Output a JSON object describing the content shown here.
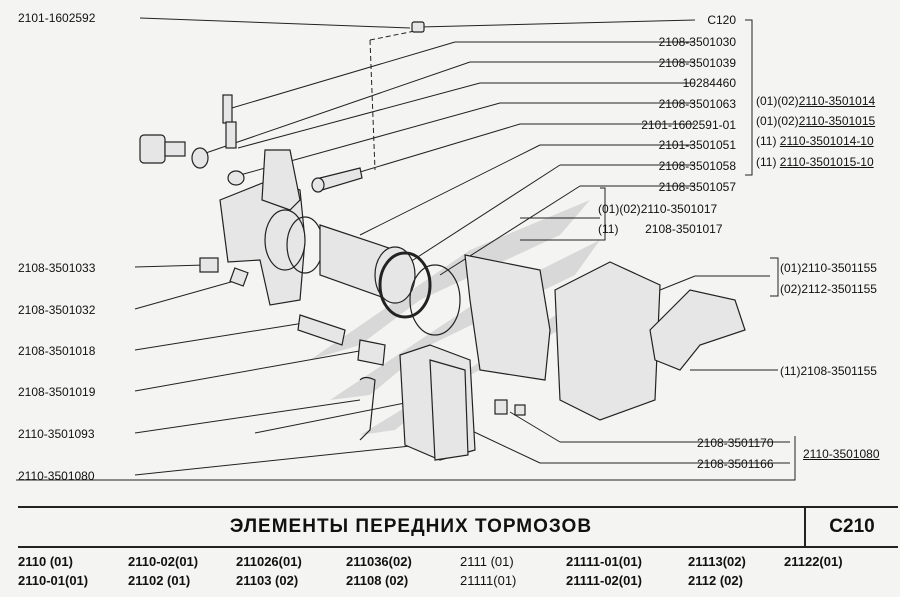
{
  "left_labels": [
    "2101-1602592",
    "2108-3501033",
    "2108-3501032",
    "2108-3501018",
    "2108-3501019",
    "2110-3501093",
    "2110-3501080"
  ],
  "center_labels": [
    "C120",
    "2108-3501030",
    "2108-3501039",
    "10284460",
    "2108-3501063",
    "2101-1602591-01",
    "2101-3501051",
    "2108-3501058",
    "2108-3501057"
  ],
  "mid_group": [
    {
      "prefix": "(01)(02)",
      "code": "2110-3501017"
    },
    {
      "prefix": "(11)",
      "code": "2108-3501017"
    }
  ],
  "right_group_top": [
    {
      "prefix": "(01)(02)",
      "code": "2110-3501014"
    },
    {
      "prefix": "(01)(02)",
      "code": "2110-3501015"
    },
    {
      "prefix": "(11) ",
      "code": "2110-3501014-10"
    },
    {
      "prefix": "(11) ",
      "code": "2110-3501015-10"
    }
  ],
  "right_group_mid": [
    "(01)2110-3501155",
    "(02)2112-3501155"
  ],
  "right_single": "(11)2108-3501155",
  "bottom_labels": [
    "2108-3501170",
    "2108-3501166"
  ],
  "assembly_code": "2110-3501080",
  "title": "ЭЛЕМЕНТЫ ПЕРЕДНИХ ТОРМОЗОВ",
  "section_code": "C210",
  "models_row1": [
    "2110   (01)",
    "2110-02(01)",
    "211026(01)",
    "211036(02)",
    "2111  (01)",
    "21111-01(01)",
    "21113(02)",
    "21122(01)"
  ],
  "models_row2": [
    "2110-01(01)",
    "21102  (01)",
    "21103  (02)",
    "21108  (02)",
    "21111(01)",
    "21111-02(01)",
    "2112  (02)"
  ],
  "colors": {
    "background": "#f4f4f2",
    "ink": "#111111",
    "part_fill": "#e6e6e6",
    "watermark": "#cfcfcf"
  }
}
